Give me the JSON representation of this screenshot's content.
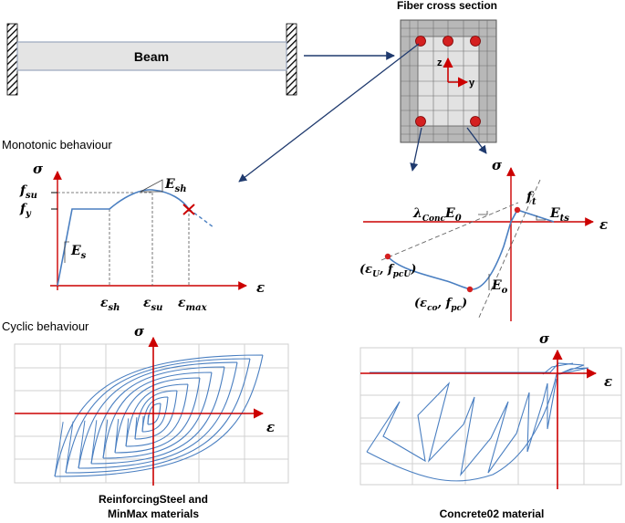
{
  "titles": {
    "fiber_cross_section": "Fiber cross section",
    "monotonic": "Monotonic behaviour",
    "cyclic": "Cyclic behaviour",
    "steel_materials_line1": "ReinforcingSteel and",
    "steel_materials_line2": "MinMax materials",
    "concrete_material": "Concrete02 material"
  },
  "beam": {
    "label": "Beam"
  },
  "section_axes": {
    "z": "z",
    "y": "y"
  },
  "steel_monotonic": {
    "stress_axis": "σ",
    "strain_axis": "ε",
    "f_su": {
      "base": "f",
      "sub": "su"
    },
    "f_y": {
      "base": "f",
      "sub": "y"
    },
    "E_s": {
      "base": "E",
      "sub": "s"
    },
    "E_sh": {
      "base": "E",
      "sub": "sh"
    },
    "eps_sh": {
      "base": "ε",
      "sub": "sh"
    },
    "eps_su": {
      "base": "ε",
      "sub": "su"
    },
    "eps_max": {
      "base": "ε",
      "sub": "max"
    }
  },
  "concrete_monotonic": {
    "stress_axis": "σ",
    "strain_axis": "ε",
    "f_t": {
      "base": "f",
      "sub": "t"
    },
    "E_ts": {
      "base": "E",
      "sub": "ts"
    },
    "lambda_E0": {
      "base": "λ",
      "sub": "Conc",
      "tail": "E",
      "tail_sub": "0"
    },
    "ultimate_point": {
      "open": "(ε",
      "sub1": "U",
      "mid": ", f",
      "sub2": "pcU",
      "close": ")"
    },
    "peak_point": {
      "open": "(ε",
      "sub1": "co",
      "mid": ", f",
      "sub2": "pc",
      "close": ")"
    },
    "E_o": {
      "base": "E",
      "sub": "o"
    }
  },
  "cyclic_steel": {
    "stress_axis": "σ",
    "strain_axis": "ε"
  },
  "cyclic_concrete": {
    "stress_axis": "σ",
    "strain_axis": "ε"
  },
  "colors": {
    "axis_red": "#cc0000",
    "curve_blue": "#4a7fc1",
    "arrow_navy": "#1f3a6e",
    "rebar_red": "#d42020",
    "beam_fill": "#e4e4e4",
    "section_fill": "#b8b8b8"
  }
}
